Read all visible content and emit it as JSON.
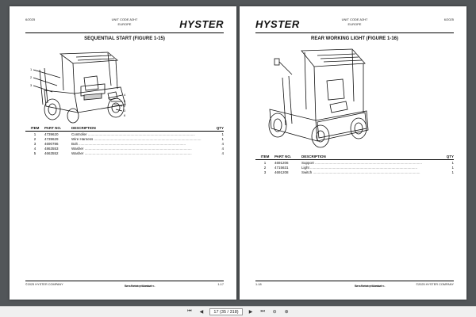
{
  "left_page": {
    "header_date": "6/2025",
    "header_unit": "UNIT CODE A2H7",
    "header_region": "EUROPE",
    "logo": "HYSTER",
    "title": "SEQUENTIAL START (FIGURE 1-15)",
    "callouts": [
      "1",
      "2",
      "3",
      "4",
      "5",
      "2",
      "3",
      "6"
    ],
    "columns": {
      "item": "ITEM",
      "part": "PART NO.",
      "desc": "DESCRIPTION",
      "qty": "QTY"
    },
    "rows": [
      {
        "item": "1",
        "part": "4739620",
        "desc": "Controller",
        "qty": "1"
      },
      {
        "item": "2",
        "part": "4739629",
        "desc": "Wire Harness",
        "qty": "1"
      },
      {
        "item": "3",
        "part": "4690786",
        "desc": "Bolt",
        "qty": "4"
      },
      {
        "item": "4",
        "part": "4863553",
        "desc": "Washer",
        "qty": "4"
      },
      {
        "item": "5",
        "part": "4663552",
        "desc": "Washer",
        "qty": "4"
      }
    ],
    "footer_left": "©2025 HYSTER COMPANY",
    "footer_mid_1": "See Service Manual",
    "footer_mid_2": "for service procedures.",
    "footer_right": "1-17"
  },
  "right_page": {
    "logo": "HYSTER",
    "header_unit": "UNIT CODE A2H7",
    "header_region": "EUROPE",
    "header_date": "6/2025",
    "title": "REAR WORKING LIGHT (FIGURE 1-16)",
    "columns": {
      "item": "ITEM",
      "part": "PART NO.",
      "desc": "DESCRIPTION",
      "qty": "QTY"
    },
    "rows": [
      {
        "item": "1",
        "part": "4691206",
        "desc": "Support",
        "qty": "1"
      },
      {
        "item": "2",
        "part": "4715631",
        "desc": "Light",
        "qty": "1"
      },
      {
        "item": "3",
        "part": "4691208",
        "desc": "Switch",
        "qty": "1"
      }
    ],
    "footer_left": "1-18",
    "footer_mid_1": "See Service Manual",
    "footer_mid_2": "for service procedures.",
    "footer_right": "©2025 HYSTER COMPANY"
  },
  "toolbar": {
    "page_indicator": "17 (35 / 318)"
  },
  "colors": {
    "viewer_bg": "#525659",
    "page_bg": "#ffffff",
    "toolbar_bg": "#f0f0f0"
  },
  "icons": [
    "first-page-icon",
    "prev-page-icon",
    "next-page-icon",
    "last-page-icon",
    "zoom-out-icon",
    "zoom-in-icon"
  ]
}
